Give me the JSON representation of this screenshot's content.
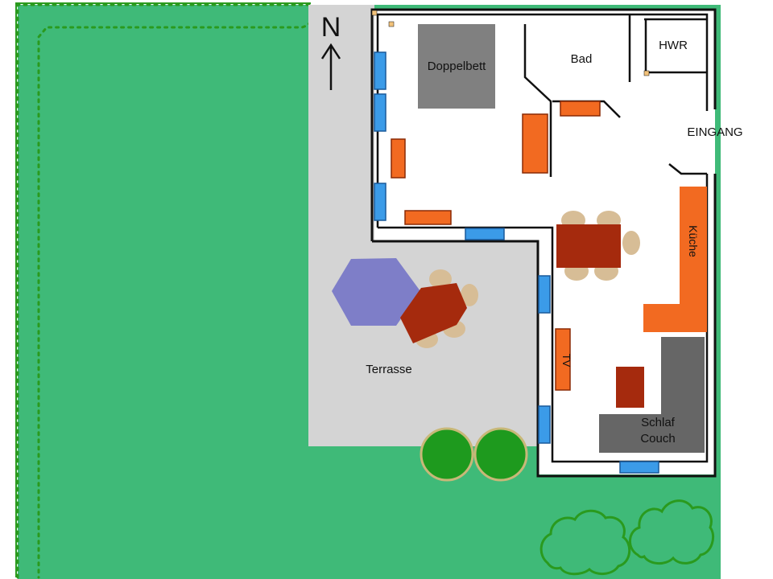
{
  "compass": {
    "letter": "N"
  },
  "rooms": {
    "bed": "Doppelbett",
    "bath": "Bad",
    "utility": "HWR",
    "entrance": "EINGANG",
    "kitchen": "Küche",
    "terrace": "Terrasse",
    "tv": "TV",
    "sofa_line1": "Schlaf",
    "sofa_line2": "Couch"
  },
  "colors": {
    "lawn": "#3fba78",
    "hedge": "#2a9a1e",
    "terrace_floor": "#d4d4d4",
    "walls": "#111111",
    "window": "#3b9be8",
    "furniture_orange": "#f26a21",
    "furniture_dark_red": "#a52a0d",
    "bed_gray": "#808080",
    "sofa_gray": "#666666",
    "chairs": "#d7bd96",
    "umbrella": "#7e7ec8",
    "shrubs": "#1e9a1e"
  }
}
